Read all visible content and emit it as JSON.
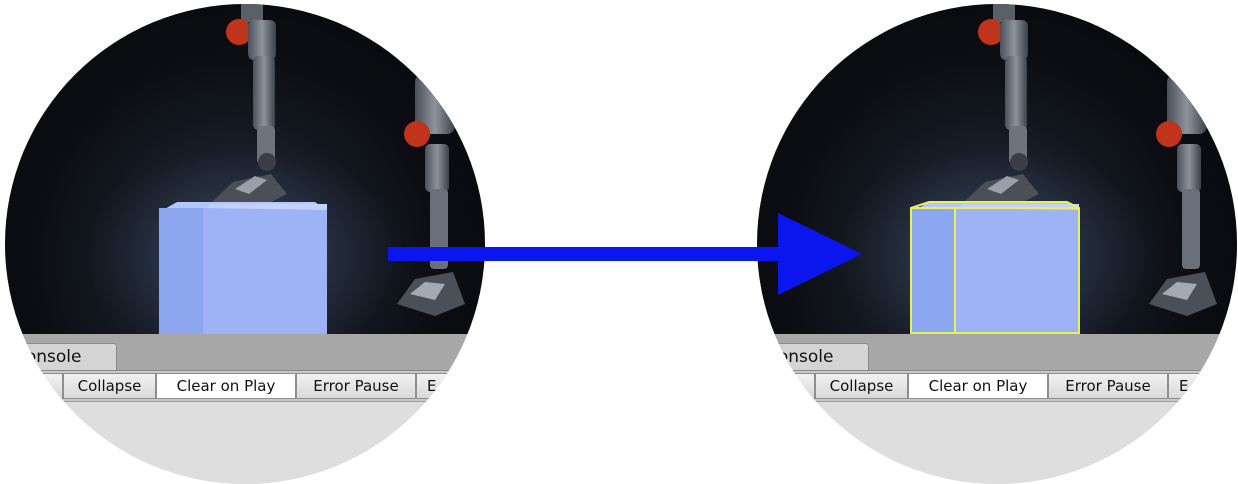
{
  "panels": [
    {
      "id": "before",
      "console": {
        "tab_label": "Console",
        "toolbar": {
          "clear_partial": "l",
          "collapse": "Collapse",
          "clear_on_play": "Clear on Play",
          "error_pause": "Error Pause",
          "editor_partial": "E"
        }
      },
      "cube_selected": false
    },
    {
      "id": "after",
      "console": {
        "tab_label": "Console",
        "toolbar": {
          "clear_partial": "l",
          "collapse": "Collapse",
          "clear_on_play": "Clear on Play",
          "error_pause": "Error Pause",
          "editor_partial": "E"
        }
      },
      "cube_selected": true
    }
  ],
  "colors": {
    "arrow": "#0b16ee",
    "cube_face": "#9eb3f5",
    "cube_front": "#8ca4ef",
    "selection_outline": "#e8f05a",
    "robot_joint": "#c0331c"
  }
}
